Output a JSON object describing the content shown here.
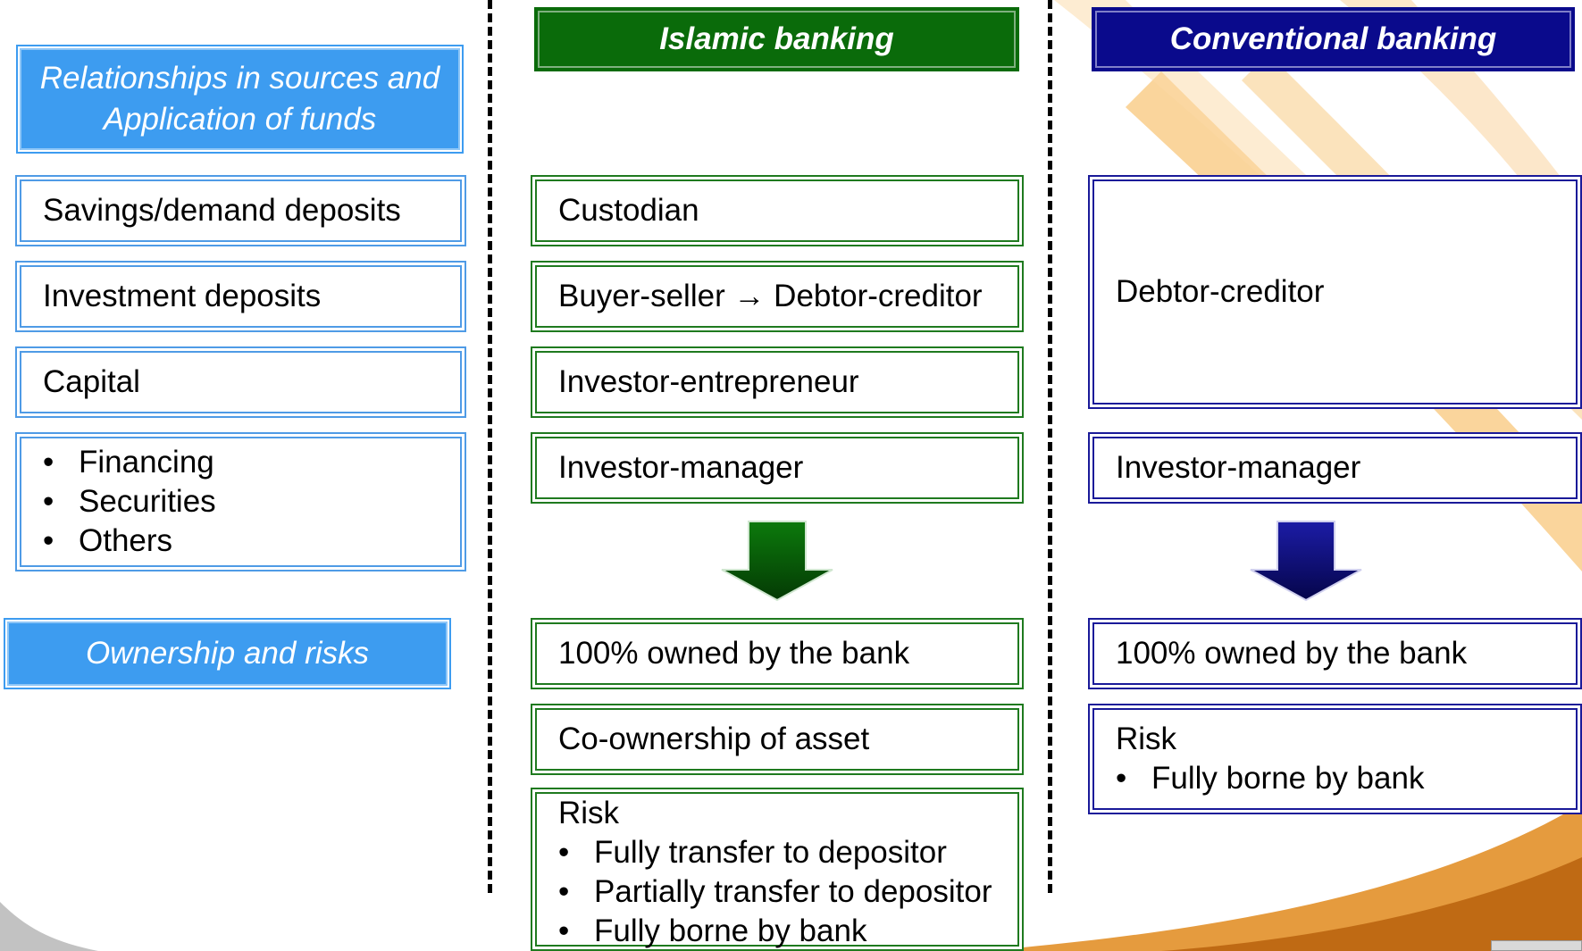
{
  "headers": {
    "islamic": "Islamic banking",
    "conventional": "Conventional banking"
  },
  "categories": {
    "relationships": "Relationships in sources  and Application of funds",
    "ownership": "Ownership and risks"
  },
  "left_items": {
    "savings": "Savings/demand deposits",
    "investment": "Investment deposits",
    "capital": "Capital",
    "applications": [
      "Financing",
      "Securities",
      "Others"
    ]
  },
  "islamic": {
    "savings": "Custodian",
    "investment": "Buyer-seller → Debtor-creditor",
    "capital": "Investor-entrepreneur",
    "applications": "Investor-manager",
    "ownership_1": "100% owned by the bank",
    "ownership_2": "Co-ownership of asset",
    "risk_title": "Risk",
    "risk_items": [
      "Fully transfer to depositor",
      "Partially transfer to depositor",
      "Fully borne by bank"
    ]
  },
  "conventional": {
    "deposits_capital": "Debtor-creditor",
    "applications": "Investor-manager",
    "ownership_1": "100% owned by the bank",
    "risk_title": "Risk",
    "risk_items": [
      "Fully borne by bank"
    ]
  },
  "colors": {
    "islamic": "#0a6b0a",
    "conventional": "#0a0a8c",
    "category": "#3d9cf0",
    "swoosh": "#f0a030"
  }
}
